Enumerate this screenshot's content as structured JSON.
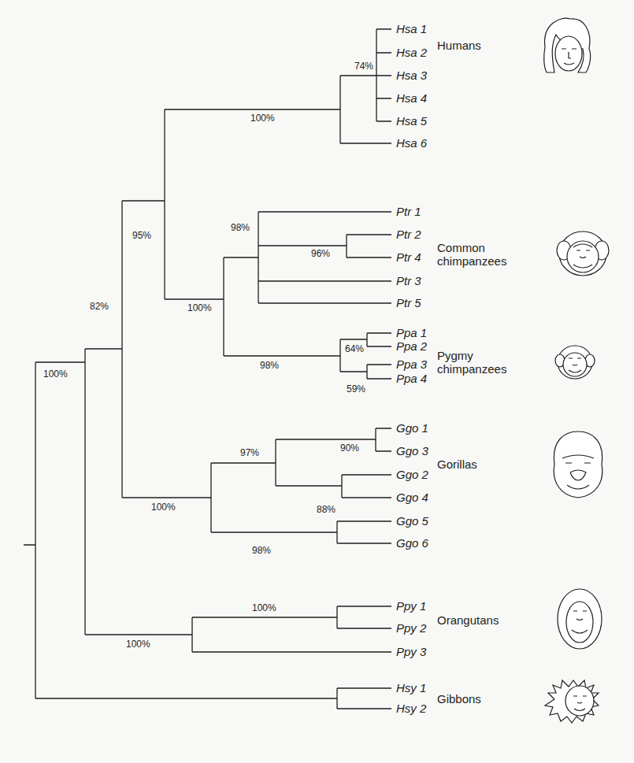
{
  "diagram": {
    "labels": [
      "Hsa 1",
      "Hsa 2",
      "Hsa 3",
      "Hsa 4",
      "Hsa 5",
      "Hsa 6",
      "74%",
      "Humans",
      "100%",
      "Ptr 1",
      "Ptr 2",
      "Ptr 4",
      "Ptr 3",
      "Ptr 5",
      "96%",
      "98%",
      "Common chimpanzees",
      "100%",
      "Ppa 1",
      "Ppa 2",
      "Ppa 3",
      "Ppa 4",
      "64%",
      "59%",
      "98%",
      "Pygmy chimpanzees",
      "95%",
      "82%",
      "100%",
      "Ggo 1",
      "Ggo 3",
      "Ggo 2",
      "Ggo 4",
      "Ggo 5",
      "Ggo 6",
      "90%",
      "88%",
      "97%",
      "100%",
      "98%",
      "Gorillas",
      "Ppy 1",
      "Ppy 2",
      "Ppy 3",
      "100%",
      "Orangutans",
      "100%",
      "Hsy 1",
      "Hsy 2",
      "Gibbons"
    ]
  }
}
